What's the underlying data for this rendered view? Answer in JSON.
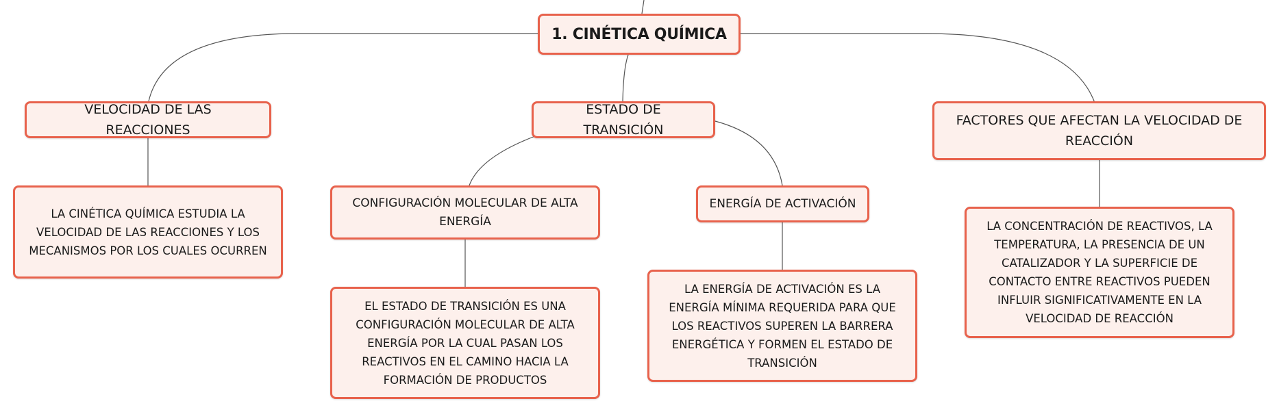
{
  "colors": {
    "border": "#e8624c",
    "fill": "#fdf0ec",
    "connector": "#555555"
  },
  "root": {
    "label": "1. CINÉTICA QUÍMICA"
  },
  "topics": [
    {
      "label": "VELOCIDAD DE LAS REACCIONES",
      "detail": "LA CINÉTICA QUÍMICA ESTUDIA LA VELOCIDAD DE LAS REACCIONES Y LOS MECANISMOS POR LOS CUALES OCURREN"
    },
    {
      "label": "ESTADO DE TRANSICIÓN",
      "subtopics": [
        {
          "label": "CONFIGURACIÓN MOLECULAR DE ALTA ENERGÍA",
          "detail": "EL ESTADO DE TRANSICIÓN ES UNA CONFIGURACIÓN MOLECULAR DE ALTA ENERGÍA POR LA CUAL PASAN LOS REACTIVOS EN EL CAMINO HACIA LA FORMACIÓN DE PRODUCTOS"
        },
        {
          "label": "ENERGÍA DE ACTIVACIÓN",
          "detail": "LA ENERGÍA DE ACTIVACIÓN ES LA ENERGÍA MÍNIMA REQUERIDA PARA QUE LOS REACTIVOS SUPEREN LA BARRERA ENERGÉTICA Y FORMEN EL ESTADO DE TRANSICIÓN"
        }
      ]
    },
    {
      "label": "FACTORES QUE AFECTAN LA VELOCIDAD DE REACCIÓN",
      "detail": "LA CONCENTRACIÓN DE REACTIVOS, LA TEMPERATURA, LA PRESENCIA DE UN CATALIZADOR Y LA SUPERFICIE DE CONTACTO ENTRE REACTIVOS PUEDEN INFLUIR SIGNIFICATIVAMENTE EN LA VELOCIDAD DE REACCIÓN"
    }
  ]
}
